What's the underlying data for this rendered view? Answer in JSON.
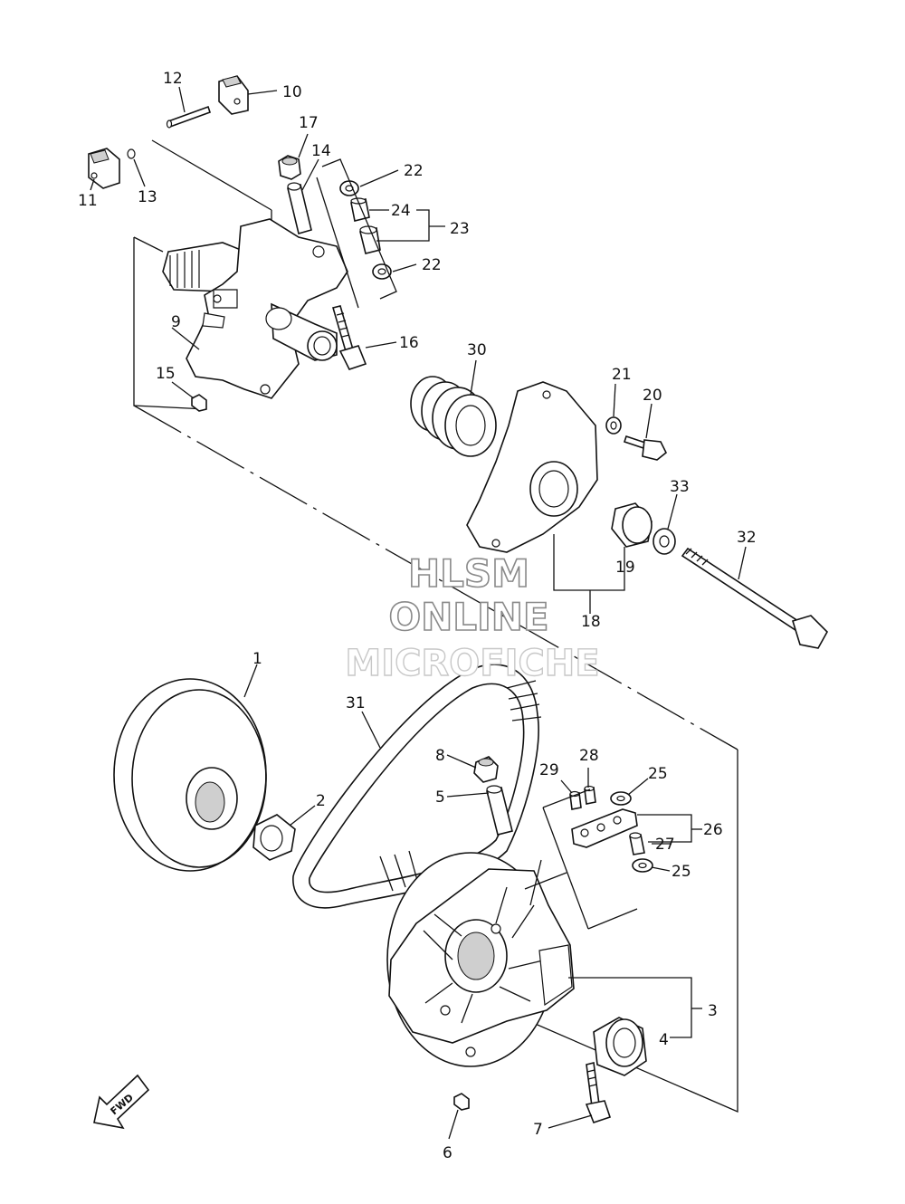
{
  "callouts": {
    "c1": "1",
    "c2": "2",
    "c3": "3",
    "c4": "4",
    "c5": "5",
    "c6": "6",
    "c7": "7",
    "c8": "8",
    "c9": "9",
    "c10": "10",
    "c11": "11",
    "c12": "12",
    "c13": "13",
    "c14": "14",
    "c15": "15",
    "c16": "16",
    "c17": "17",
    "c18": "18",
    "c19": "19",
    "c20": "20",
    "c21": "21",
    "c22a": "22",
    "c22b": "22",
    "c23": "23",
    "c24": "24",
    "c25a": "25",
    "c25b": "25",
    "c26": "26",
    "c27": "27",
    "c28": "28",
    "c29": "29",
    "c30": "30",
    "c31": "31",
    "c32": "32",
    "c33": "33"
  },
  "watermark": {
    "line1": "HLSM",
    "line2": "ONLINE",
    "line3": "MICROFICHE"
  },
  "fwd_label": "FWD"
}
